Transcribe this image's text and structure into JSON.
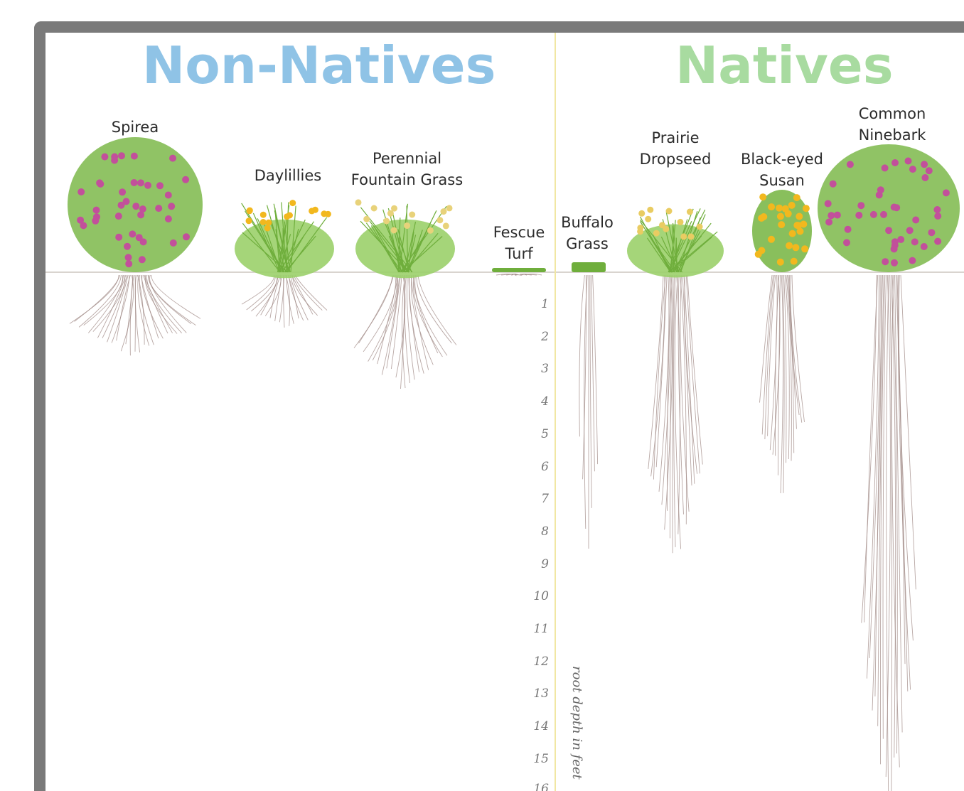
{
  "headings": {
    "non_natives": "Non-Natives",
    "natives": "Natives"
  },
  "colors": {
    "non_native_heading": "#8fc3e6",
    "native_heading": "#a8dba0",
    "frame": "#7a7a7a",
    "divider": "#f1e7a3",
    "root": "#a08a86",
    "foliage": "#7cb84a",
    "flower_yellow": "#f2b81e",
    "flower_pink": "#c2509b"
  },
  "plants": {
    "non_native": [
      {
        "label": "Spirea",
        "root_depth_ft": 2.3
      },
      {
        "label": "Daylillies",
        "root_depth_ft": 1.6
      },
      {
        "label": "Perennial\nFountain Grass",
        "root_depth_ft": 3.3
      },
      {
        "label": "Fescue\nTurf",
        "root_depth_ft": 0.1
      }
    ],
    "native": [
      {
        "label": "Buffalo\nGrass",
        "root_depth_ft": 8.2
      },
      {
        "label": "Prairie\nDropseed",
        "root_depth_ft": 8.0
      },
      {
        "label": "Black-eyed\nSusan",
        "root_depth_ft": 6.2
      },
      {
        "label": "Common\nNinebark",
        "root_depth_ft": 15.5
      }
    ]
  },
  "depth_axis": {
    "ticks": [
      "1",
      "2",
      "3",
      "4",
      "5",
      "6",
      "7",
      "8",
      "9",
      "10",
      "11",
      "12",
      "13",
      "14",
      "15",
      "16"
    ],
    "caption": "root depth in feet"
  }
}
